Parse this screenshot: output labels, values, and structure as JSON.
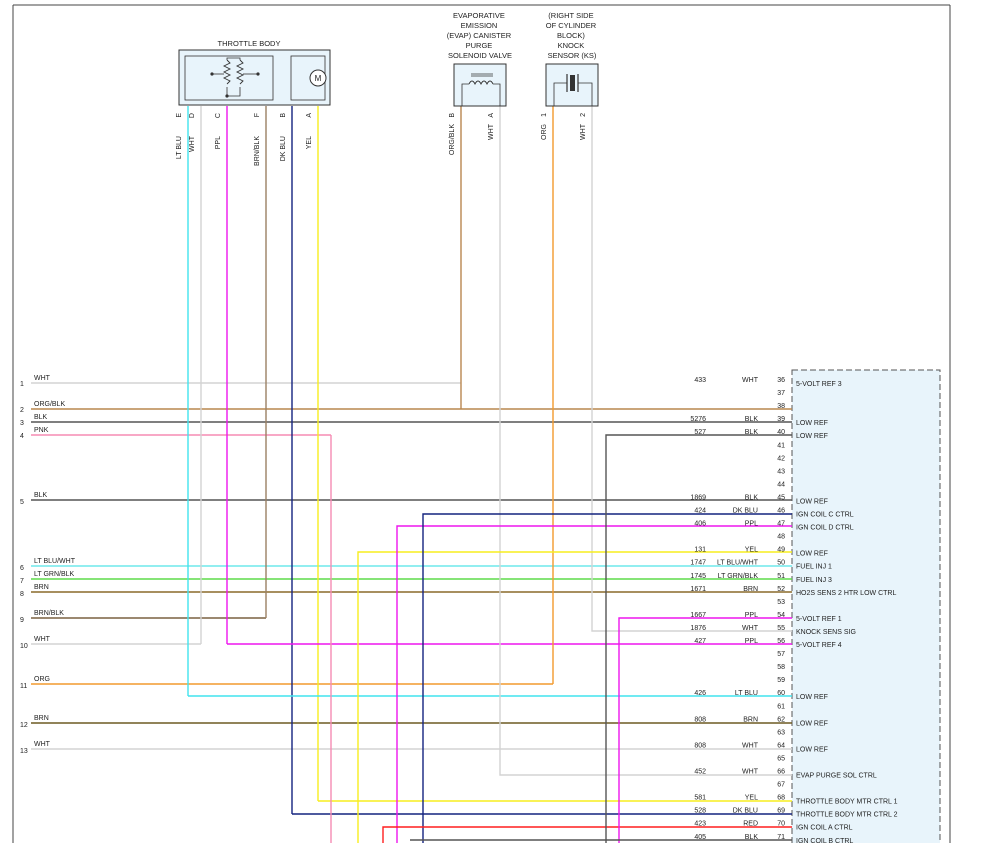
{
  "components": {
    "throttle_body": {
      "title": "THROTTLE BODY",
      "motor": "M",
      "pins": [
        {
          "id": "E",
          "wire": "LT BLU",
          "color": "#41e3ee"
        },
        {
          "id": "D",
          "wire": "WHT",
          "color": "#d3d3d3"
        },
        {
          "id": "C",
          "wire": "PPL",
          "color": "#ee16ee"
        },
        {
          "id": "F",
          "wire": "BRN/BLK",
          "color": "#9b8163"
        },
        {
          "id": "B",
          "wire": "DK BLU",
          "color": "#14237f"
        },
        {
          "id": "A",
          "wire": "YEL",
          "color": "#f7ee1e"
        }
      ]
    },
    "evap": {
      "title_lines": [
        "EVAPORATIVE",
        "EMISSION",
        "(EVAP) CANISTER",
        "PURGE",
        "SOLENOID VALVE"
      ],
      "pins": [
        {
          "id": "B",
          "wire": "ORG/BLK",
          "color": "#b9874f"
        },
        {
          "id": "A",
          "wire": "WHT",
          "color": "#d3d3d3"
        }
      ]
    },
    "knock": {
      "title_lines": [
        "(RIGHT SIDE",
        "OF CYLINDER",
        "BLOCK)",
        "KNOCK",
        "SENSOR (KS)"
      ],
      "pins": [
        {
          "id": "1",
          "wire": "ORG",
          "color": "#f29a2e"
        },
        {
          "id": "2",
          "wire": "WHT",
          "color": "#d3d3d3"
        }
      ]
    }
  },
  "left_connector": [
    {
      "pin": "1",
      "wire": "WHT",
      "color": "#d3d3d3"
    },
    {
      "pin": "2",
      "wire": "ORG/BLK",
      "color": "#b9874f"
    },
    {
      "pin": "3",
      "wire": "BLK",
      "color": "#555555"
    },
    {
      "pin": "4",
      "wire": "PNK",
      "color": "#f58cb4"
    },
    {
      "pin": "5",
      "wire": "BLK",
      "color": "#555555"
    },
    {
      "pin": "6",
      "wire": "LT BLU/WHT",
      "color": "#6fe8ec"
    },
    {
      "pin": "7",
      "wire": "LT GRN/BLK",
      "color": "#5fdc4a"
    },
    {
      "pin": "8",
      "wire": "BRN",
      "color": "#8a6a2a"
    },
    {
      "pin": "9",
      "wire": "BRN/BLK",
      "color": "#7a6040"
    },
    {
      "pin": "10",
      "wire": "WHT",
      "color": "#d3d3d3"
    },
    {
      "pin": "11",
      "wire": "ORG",
      "color": "#f29a2e"
    },
    {
      "pin": "12",
      "wire": "BRN",
      "color": "#6d5a22"
    },
    {
      "pin": "13",
      "wire": "WHT",
      "color": "#d3d3d3"
    }
  ],
  "ecm_pins": [
    {
      "pin": "36",
      "circuit": "433",
      "wire": "WHT",
      "function": "5-VOLT REF 3"
    },
    {
      "pin": "37"
    },
    {
      "pin": "38"
    },
    {
      "pin": "39",
      "circuit": "5276",
      "wire": "BLK",
      "function": "LOW REF"
    },
    {
      "pin": "40",
      "circuit": "527",
      "wire": "BLK",
      "function": "LOW REF"
    },
    {
      "pin": "41"
    },
    {
      "pin": "42"
    },
    {
      "pin": "43"
    },
    {
      "pin": "44"
    },
    {
      "pin": "45",
      "circuit": "1869",
      "wire": "BLK",
      "function": "LOW REF"
    },
    {
      "pin": "46",
      "circuit": "424",
      "wire": "DK BLU",
      "function": "IGN COIL C CTRL"
    },
    {
      "pin": "47",
      "circuit": "406",
      "wire": "PPL",
      "function": "IGN COIL D CTRL"
    },
    {
      "pin": "48"
    },
    {
      "pin": "49",
      "circuit": "131",
      "wire": "YEL",
      "function": "LOW REF"
    },
    {
      "pin": "50",
      "circuit": "1747",
      "wire": "LT BLU/WHT",
      "function": "FUEL INJ 1"
    },
    {
      "pin": "51",
      "circuit": "1745",
      "wire": "LT GRN/BLK",
      "function": "FUEL INJ 3"
    },
    {
      "pin": "52",
      "circuit": "1671",
      "wire": "BRN",
      "function": "HO2S SENS 2 HTR LOW CTRL"
    },
    {
      "pin": "53"
    },
    {
      "pin": "54",
      "circuit": "1667",
      "wire": "PPL",
      "function": "5-VOLT REF 1"
    },
    {
      "pin": "55",
      "circuit": "1876",
      "wire": "WHT",
      "function": "KNOCK SENS SIG"
    },
    {
      "pin": "56",
      "circuit": "427",
      "wire": "PPL",
      "function": "5-VOLT REF 4"
    },
    {
      "pin": "57"
    },
    {
      "pin": "58"
    },
    {
      "pin": "59"
    },
    {
      "pin": "60",
      "circuit": "426",
      "wire": "LT BLU",
      "function": "LOW REF"
    },
    {
      "pin": "61"
    },
    {
      "pin": "62",
      "circuit": "808",
      "wire": "BRN",
      "function": "LOW REF"
    },
    {
      "pin": "63"
    },
    {
      "pin": "64",
      "circuit": "808",
      "wire": "WHT",
      "function": "LOW REF"
    },
    {
      "pin": "65"
    },
    {
      "pin": "66",
      "circuit": "452",
      "wire": "WHT",
      "function": "EVAP PURGE SOL CTRL"
    },
    {
      "pin": "67"
    },
    {
      "pin": "68",
      "circuit": "581",
      "wire": "YEL",
      "function": "THROTTLE BODY MTR CTRL 1"
    },
    {
      "pin": "69",
      "circuit": "528",
      "wire": "DK BLU",
      "function": "THROTTLE BODY MTR CTRL 2"
    },
    {
      "pin": "70",
      "circuit": "423",
      "wire": "RED",
      "function": "IGN COIL A CTRL"
    },
    {
      "pin": "71",
      "circuit": "405",
      "wire": "BLK",
      "function": "IGN COIL B CTRL"
    }
  ]
}
